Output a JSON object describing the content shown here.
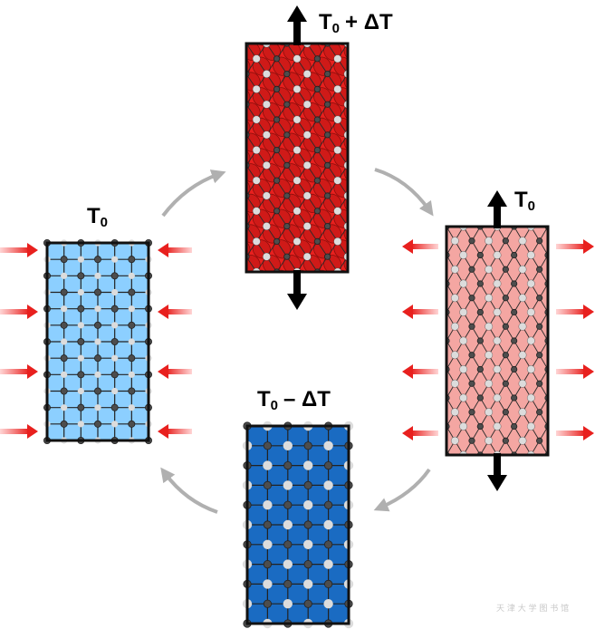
{
  "labels": {
    "heated": {
      "base": "T",
      "sub": "0",
      "suffix": "+ ΔT"
    },
    "initial": {
      "base": "T",
      "sub": "0",
      "suffix": ""
    },
    "stretched": {
      "base": "T",
      "sub": "0",
      "suffix": ""
    },
    "cooled": {
      "base": "T",
      "sub": "0",
      "suffix": "– ΔT"
    }
  },
  "states": [
    {
      "id": "initial",
      "lattice": "square",
      "fill": "#8ccfff",
      "strain": "compressed"
    },
    {
      "id": "heated",
      "lattice": "hexagonal",
      "fill": "#e8201e",
      "strain": "stretched"
    },
    {
      "id": "stretched",
      "lattice": "hexagonal",
      "fill": "#f4a6a2",
      "strain": "stretched-and-compressed"
    },
    {
      "id": "cooled",
      "lattice": "square",
      "fill": "#1a6bc2",
      "strain": "none"
    }
  ],
  "colors": {
    "force_arrow_red": "#e8201e",
    "stress_arrow_black": "#000000",
    "cycle_arrow_gray": "#b0b0b0",
    "atom_dark": "#4d4d4d",
    "atom_light": "#dcdcdc"
  },
  "watermark": "天 津 大 学 图 书 馆"
}
